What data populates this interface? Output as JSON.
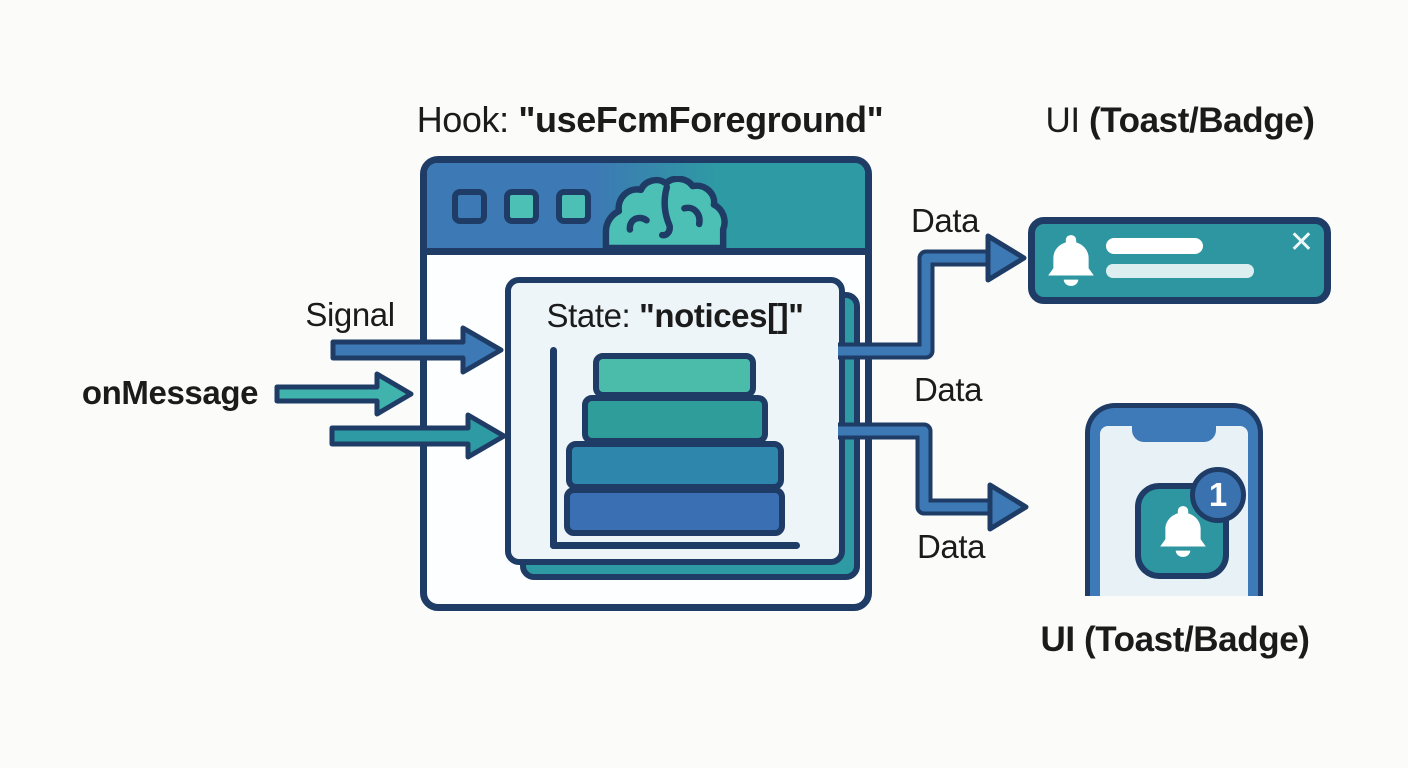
{
  "titles": {
    "hook_prefix": "Hook: ",
    "hook_name": "\"useFcmForeground\"",
    "ui_top_prefix": "UI ",
    "ui_top_bold": "(Toast/Badge)",
    "ui_bottom": "UI (Toast/Badge)"
  },
  "hook_window": {
    "state_prefix": "State: ",
    "state_name": "\"notices[]\"",
    "stack_bar_count": 4
  },
  "flow_labels": {
    "signal": "Signal",
    "on_message": "onMessage",
    "data_to_toast": "Data",
    "data_middle": "Data",
    "data_to_badge": "Data"
  },
  "toast": {
    "close_glyph": "✕"
  },
  "phone": {
    "badge_count": "1"
  },
  "colors": {
    "navy": "#1e3c66",
    "blue": "#3d79b4",
    "blue2": "#3a72b0",
    "phoneblue": "#3f7ab8",
    "teal": "#2e9aa3",
    "teal_bright": "#4cc0b4",
    "arrow_teal": "#3fb3ac",
    "toast_bg": "#2d96a1",
    "card_bg": "#edf5f9",
    "screen_bg": "#e8f1f6",
    "window_bg": "#fdfeff",
    "bar1": "#4cbcaa",
    "bar2": "#2f9e9b",
    "bar3": "#2e86ad",
    "bar4": "#3a6fb3",
    "text": "#1b1b1b",
    "page_bg": "#fbfbfa"
  }
}
